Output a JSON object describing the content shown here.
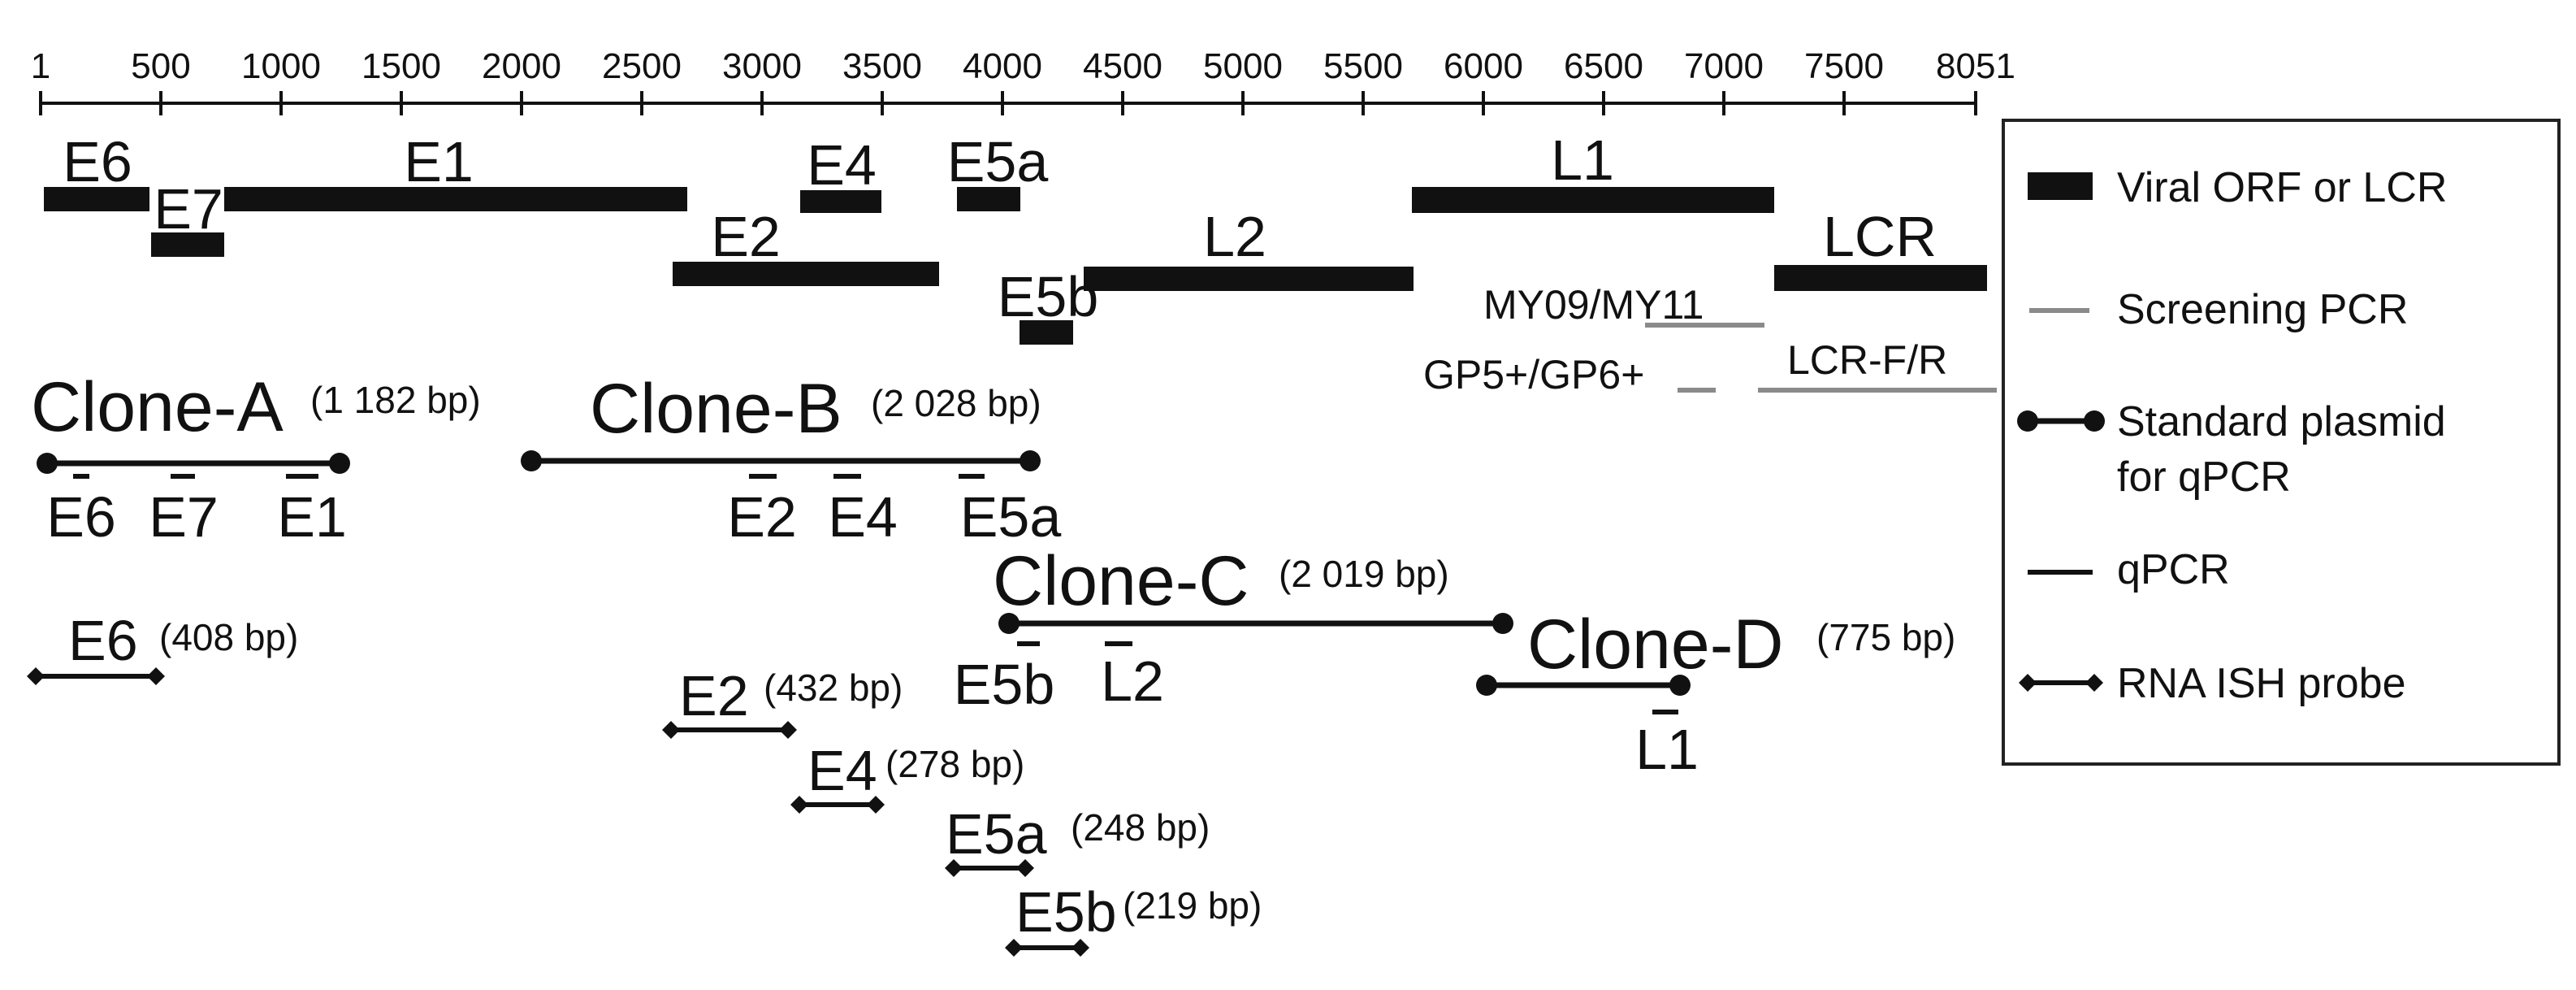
{
  "axis": {
    "ticks": [
      "1",
      "500",
      "1000",
      "1500",
      "2000",
      "2500",
      "3000",
      "3500",
      "4000",
      "4500",
      "5000",
      "5500",
      "6000",
      "6500",
      "7000",
      "7500",
      "8051"
    ]
  },
  "genes": {
    "e6": "E6",
    "e7": "E7",
    "e1": "E1",
    "e2": "E2",
    "e4": "E4",
    "e5a": "E5a",
    "e5b": "E5b",
    "l2": "L2",
    "l1": "L1",
    "lcr": "LCR"
  },
  "screening": {
    "my": "MY09/MY11",
    "gp": "GP5+/GP6+",
    "lcr_fr": "LCR-F/R"
  },
  "clones": {
    "a": {
      "name": "Clone-A",
      "size": "(1 182 bp)"
    },
    "b": {
      "name": "Clone-B",
      "size": "(2 028 bp)"
    },
    "c": {
      "name": "Clone-C",
      "size": "(2 019 bp)"
    },
    "d": {
      "name": "Clone-D",
      "size": "(775 bp)"
    }
  },
  "qpcr_targets": {
    "a_e6": "E6",
    "a_e7": "E7",
    "a_e1": "E1",
    "b_e2": "E2",
    "b_e4": "E4",
    "b_e5a": "E5a",
    "c_e5b": "E5b",
    "c_l2": "L2",
    "d_l1": "L1"
  },
  "probes": {
    "e6": {
      "name": "E6",
      "size": "(408 bp)"
    },
    "e2": {
      "name": "E2",
      "size": "(432 bp)"
    },
    "e4": {
      "name": "E4",
      "size": "(278 bp)"
    },
    "e5a": {
      "name": "E5a",
      "size": "(248 bp)"
    },
    "e5b": {
      "name": "E5b",
      "size": "(219 bp)"
    }
  },
  "legend": {
    "orf": "Viral ORF or LCR",
    "screening": "Screening PCR",
    "plasmid_line1": "Standard plasmid",
    "plasmid_line2": "for qPCR",
    "qpcr": "qPCR",
    "probe": "RNA ISH probe"
  },
  "colors": {
    "ink": "#111111",
    "screening_gray": "#8a8a8a",
    "legend_border": "#222222"
  }
}
